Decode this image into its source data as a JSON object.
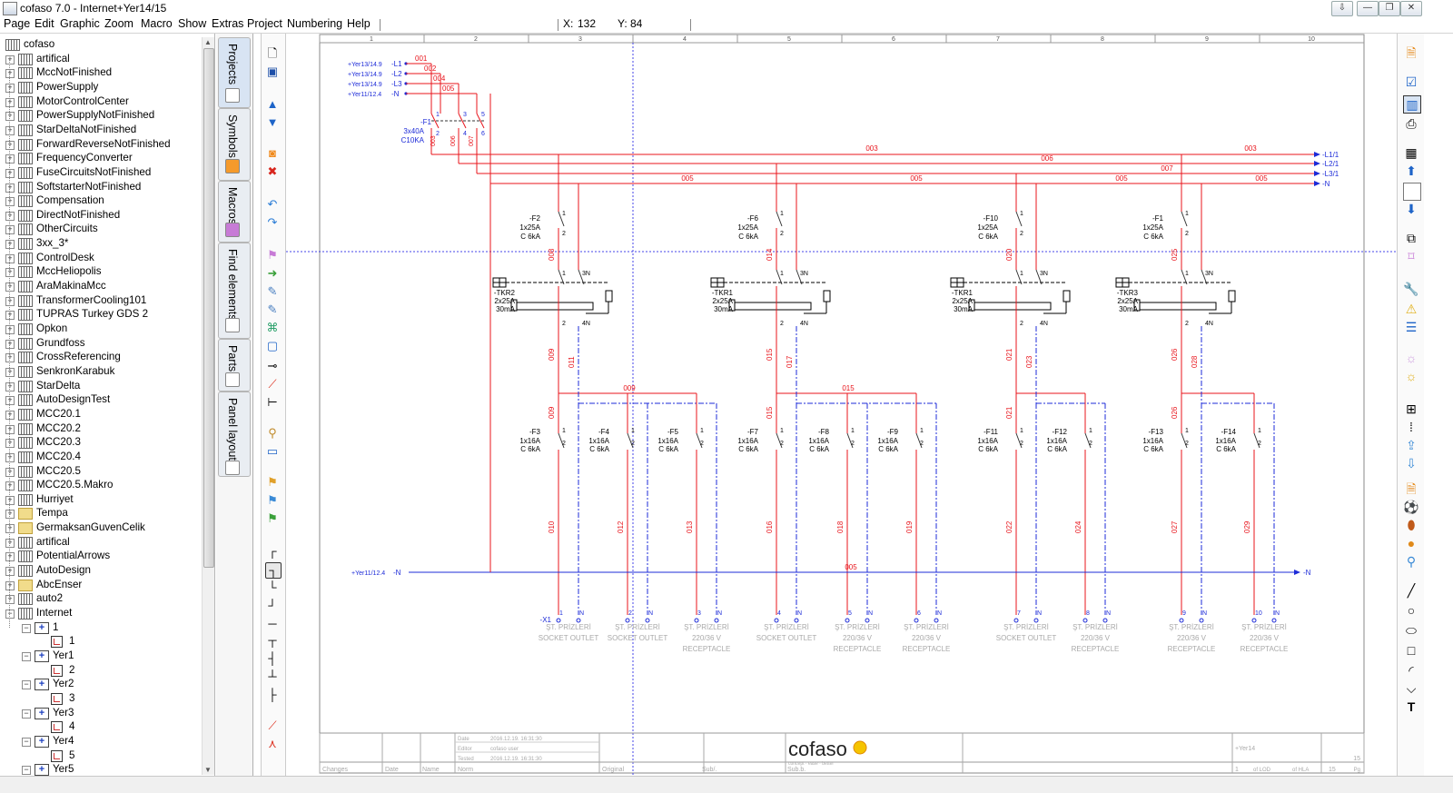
{
  "window": {
    "title": "cofaso 7.0 - Internet+Yer14/15",
    "buttons": {
      "minimize": "—",
      "restore": "❐",
      "close": "✕"
    }
  },
  "menu": {
    "items": [
      "Page",
      "Edit",
      "Graphic",
      "Zoom",
      "Macro",
      "Show",
      "Extras",
      "Project",
      "Numbering",
      "Help"
    ],
    "x_label": "X:",
    "x_value": "132",
    "y_label": "Y:",
    "y_value": "84"
  },
  "tree": {
    "root": "cofaso",
    "projects": [
      "artifical",
      "MccNotFinished",
      "PowerSupply",
      "MotorControlCenter",
      "PowerSupplyNotFinished",
      "StarDeltaNotFinished",
      "ForwardReverseNotFinished",
      "FrequencyConverter",
      "FuseCircuitsNotFinished",
      "SoftstarterNotFinished",
      "Compensation",
      "DirectNotFinished",
      "OtherCircuits",
      "3xx_3*",
      "ControlDesk",
      "MccHeliopolis",
      "AraMakinaMcc",
      "TransformerCooling101",
      "TUPRAS Turkey GDS 2",
      "Opkon",
      "Grundfoss",
      "CrossReferencing",
      "SenkronKarabuk",
      "StarDelta",
      "AutoDesignTest",
      "MCC20.1",
      "MCC20.2",
      "MCC20.3",
      "MCC20.4",
      "MCC20.5",
      "MCC20.5.Makro",
      "Hurriyet",
      "Tempa",
      "GermaksanGuvenCelik",
      "artifical",
      "PotentialArrows",
      "AutoDesign",
      "AbcEnser",
      "auto2",
      "Internet"
    ],
    "folder_items": [
      "Tempa",
      "GermaksanGuvenCelik",
      "AbcEnser"
    ],
    "internet_children": [
      {
        "name": "1",
        "page": "1"
      },
      {
        "name": "Yer1",
        "page": "2"
      },
      {
        "name": "Yer2",
        "page": "3"
      },
      {
        "name": "Yer3",
        "page": "4"
      },
      {
        "name": "Yer4",
        "page": "5"
      },
      {
        "name": "Yer5",
        "page": ""
      }
    ]
  },
  "tabs": [
    "Projects",
    "Symbols",
    "Macros",
    "Find elements",
    "Parts",
    "Panel layout"
  ],
  "schematic": {
    "columns": [
      "1",
      "2",
      "3",
      "4",
      "5",
      "6",
      "7",
      "8",
      "9",
      "10"
    ],
    "inputs": [
      {
        "ref": "+Yer13/14.9",
        "label": "-L1",
        "wire": "001"
      },
      {
        "ref": "+Yer13/14.9",
        "label": "-L2",
        "wire": "002"
      },
      {
        "ref": "+Yer13/14.9",
        "label": "-L3",
        "wire": "004"
      },
      {
        "ref": "+Yer11/12.4",
        "label": "-N",
        "wire": "005"
      }
    ],
    "main_breaker": {
      "name": "-F1",
      "rating": "3x40A",
      "spec": "C10KA",
      "pins": [
        "1",
        "3",
        "5",
        "2",
        "4",
        "6"
      ]
    },
    "busbars": [
      {
        "label": "-L1/1",
        "wire": "003",
        "color": "#e8141b"
      },
      {
        "label": "-L2/1",
        "wire": "006",
        "color": "#e8141b"
      },
      {
        "label": "-L3/1",
        "wire": "007",
        "color": "#e8141b"
      },
      {
        "label": "-N",
        "wire": "005",
        "color": "#e8141b"
      }
    ],
    "bus_wire_labels": [
      "003",
      "003",
      "006",
      "007",
      "005",
      "005",
      "005",
      "005"
    ],
    "sub_breakers": [
      {
        "name": "-F2",
        "rating": "1x25A",
        "spec": "C 6kA",
        "wire": "008"
      },
      {
        "name": "-F6",
        "rating": "1x25A",
        "spec": "C 6kA",
        "wire": "014"
      },
      {
        "name": "-F10",
        "rating": "1x25A",
        "spec": "C 6kA",
        "wire": "020"
      },
      {
        "name": "-F1",
        "rating": "1x25A",
        "spec": "C 6kA",
        "wire": "025"
      }
    ],
    "rcds": [
      {
        "name": "-TKR2",
        "rating": "2x25A",
        "spec": "30mA",
        "wires": [
          "009",
          "011"
        ]
      },
      {
        "name": "-TKR1",
        "rating": "2x25A",
        "spec": "30mA",
        "wires": [
          "015",
          "017"
        ]
      },
      {
        "name": "-TKR1",
        "rating": "2x25A",
        "spec": "30mA",
        "wires": [
          "021",
          "023"
        ]
      },
      {
        "name": "-TKR3",
        "rating": "2x25A",
        "spec": "30mA",
        "wires": [
          "026",
          "028"
        ]
      }
    ],
    "group_wires": [
      "009",
      "015"
    ],
    "branches": [
      {
        "name": "-F3",
        "rating": "1x16A",
        "spec": "C 6kA",
        "in": "009",
        "out": "010",
        "term": "1",
        "desc1": "ŞT. PRİZLERİ",
        "desc2": "SOCKET OUTLET"
      },
      {
        "name": "-F4",
        "rating": "1x16A",
        "spec": "C 6kA",
        "in": "",
        "out": "012",
        "term": "2",
        "desc1": "ŞT. PRİZLERİ",
        "desc2": "SOCKET OUTLET"
      },
      {
        "name": "-F5",
        "rating": "1x16A",
        "spec": "C 6kA",
        "in": "",
        "out": "013",
        "term": "3",
        "desc1": "ŞT. PRİZLERİ",
        "desc2": "220/36 V",
        "desc3": "RECEPTACLE"
      },
      {
        "name": "-F7",
        "rating": "1x16A",
        "spec": "C 6kA",
        "in": "015",
        "out": "016",
        "term": "4",
        "desc1": "ŞT. PRİZLERİ",
        "desc2": "SOCKET OUTLET"
      },
      {
        "name": "-F8",
        "rating": "1x16A",
        "spec": "C 6kA",
        "in": "",
        "out": "018",
        "term": "5",
        "desc1": "ŞT. PRİZLERİ",
        "desc2": "220/36 V",
        "desc3": "RECEPTACLE"
      },
      {
        "name": "-F9",
        "rating": "1x16A",
        "spec": "C 6kA",
        "in": "",
        "out": "019",
        "term": "6",
        "desc1": "ŞT. PRİZLERİ",
        "desc2": "220/36 V",
        "desc3": "RECEPTACLE"
      },
      {
        "name": "-F11",
        "rating": "1x16A",
        "spec": "C 6kA",
        "in": "021",
        "out": "022",
        "term": "7",
        "desc1": "ŞT. PRİZLERİ",
        "desc2": "SOCKET OUTLET"
      },
      {
        "name": "-F12",
        "rating": "1x16A",
        "spec": "C 6kA",
        "in": "",
        "out": "024",
        "term": "8",
        "desc1": "ŞT. PRİZLERİ",
        "desc2": "220/36 V",
        "desc3": "RECEPTACLE"
      },
      {
        "name": "-F13",
        "rating": "1x16A",
        "spec": "C 6kA",
        "in": "026",
        "out": "027",
        "term": "9",
        "desc1": "ŞT. PRİZLERİ",
        "desc2": "220/36 V",
        "desc3": "RECEPTACLE"
      },
      {
        "name": "-F14",
        "rating": "1x16A",
        "spec": "C 6kA",
        "in": "",
        "out": "029",
        "term": "10",
        "desc1": "ŞT. PRİZLERİ",
        "desc2": "220/36 V",
        "desc3": "RECEPTACLE"
      }
    ],
    "n_line": {
      "ref": "+Yer11/12.4",
      "label": "-N",
      "out_label": "-N",
      "wire": "005"
    },
    "terminal_strip": "-X1",
    "terminal_n": "N",
    "pin_labels": {
      "p1": "1",
      "p2": "2",
      "p3": "3N",
      "p4": "4N"
    },
    "title_block": {
      "date_label": "Date",
      "date_value": "2016.12.19. 16:31:30",
      "editor_label": "Editor",
      "editor_value": "cofaso user",
      "tested_label": "Tested",
      "tested_value": "2016.12.19. 16:31:30",
      "changes": "Changes",
      "date": "Date",
      "name": "Name",
      "norm": "Norm",
      "original": "Original",
      "subst": "Sub/.",
      "subb": "Sub.b.",
      "logo": "cofaso",
      "tagline": "concept · ease · better",
      "page_ref": "+Yer14",
      "page_num": "15",
      "of_label": "of LOD",
      "page_one": "1",
      "of_hla": "of HLA",
      "pg": "15",
      "pg_label": "Pg"
    }
  },
  "colors": {
    "wire": "#e8141b",
    "neutral": "#1d2bd8",
    "ghost": "#a9a9a9",
    "grid": "#4646e8"
  }
}
